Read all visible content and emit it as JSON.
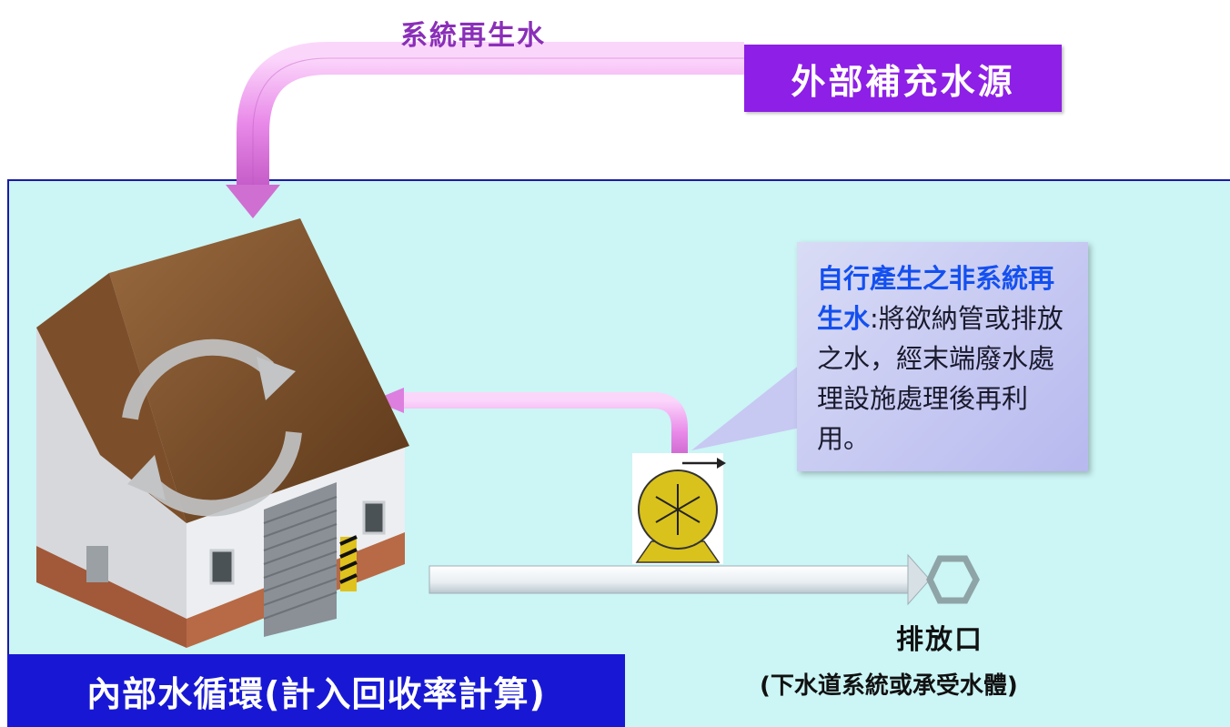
{
  "top_label": "系統再生水",
  "external_source": "外部補充水源",
  "callout": {
    "highlight": "自行產生之非系統再生水",
    "colon": ":",
    "body": "將欲納管或排放之水，經末端廢水處理設施處理後再利用。"
  },
  "internal_label": "內部水循環(計入回收率計算)",
  "outlet": {
    "title": "排放口",
    "subtitle": "(下水道系統或承受水體)"
  },
  "colors": {
    "zone_bg": "#ccf5f5",
    "external_box": "#8d1fe6",
    "internal_box": "#1818d4",
    "pipe_pink": "#e58ae6",
    "pump_yellow": "#d9c21b",
    "highlight_text": "#1450f0"
  },
  "icons": [
    "factory-icon",
    "recycle-arrows-icon",
    "pump-icon",
    "outlet-hexagon-icon"
  ]
}
